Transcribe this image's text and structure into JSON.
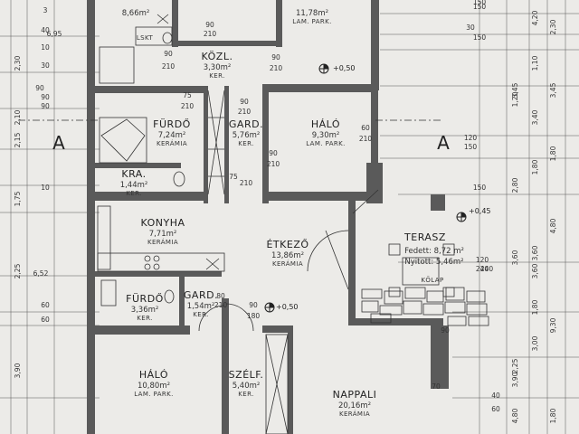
{
  "rooms": [
    {
      "id": "top-left",
      "name": "",
      "area": "8,66m²",
      "material": ""
    },
    {
      "id": "top-right",
      "name": "",
      "area": "11,78m²",
      "material": "LAM. PARK."
    },
    {
      "id": "kozl",
      "name": "KÖZL.",
      "area": "3,30m²",
      "material": "KER."
    },
    {
      "id": "furdo1",
      "name": "FÜRDŐ",
      "area": "7,24m²",
      "material": "KERÁMIA"
    },
    {
      "id": "gard1",
      "name": "GARD.",
      "area": "5,76m²",
      "material": "KER."
    },
    {
      "id": "halo1",
      "name": "HÁLÓ",
      "area": "9,30m²",
      "material": "LAM. PARK."
    },
    {
      "id": "kamra",
      "name": "KRA.",
      "area": "1,44m²",
      "material": "KER."
    },
    {
      "id": "konyha",
      "name": "KONYHA",
      "area": "7,71m²",
      "material": "KERÁMIA"
    },
    {
      "id": "etkezo",
      "name": "ÉTKEZŐ",
      "area": "13,86m²",
      "material": "KERÁMIA"
    },
    {
      "id": "terasz",
      "name": "TERASZ",
      "area": "",
      "material": ""
    },
    {
      "id": "furdo2",
      "name": "FÜRDŐ",
      "area": "3,36m²",
      "material": "KER."
    },
    {
      "id": "gard2",
      "name": "GARD.",
      "area": "1,54m²",
      "material": "KER."
    },
    {
      "id": "halo2",
      "name": "HÁLÓ",
      "area": "10,80m²",
      "material": "LAM. PARK."
    },
    {
      "id": "szelf",
      "name": "SZÉLF.",
      "area": "5,40m²",
      "material": "KER."
    },
    {
      "id": "nappali",
      "name": "NAPPALI",
      "area": "20,16m²",
      "material": "KERÁMIA"
    }
  ],
  "terrace": {
    "fedett": "Fedett: 8,72 m²",
    "nyitott": "Nyitott: 5,46m²",
    "surface": "KŐLAP"
  },
  "section_marks": [
    "A",
    "A"
  ],
  "elevations": [
    "+0,50",
    "+0,50",
    "+0,45",
    "+0,50"
  ],
  "wc_label": "LSKT",
  "dimensions": {
    "left": [
      "2,30",
      "2,10",
      "2,15",
      "1,75",
      "2,25",
      "3,90"
    ],
    "left_small": [
      "3",
      "40",
      "10",
      "30",
      "90",
      "90",
      "60",
      "60",
      "10"
    ],
    "right_a": [
      "1,20",
      "3,45",
      "2,80",
      "3,60",
      "2,25",
      "3,90",
      "4,80"
    ],
    "right_b": [
      "4,20",
      "1,10",
      "3,40",
      "1,80",
      "3,60",
      "3,60",
      "1,80",
      "3,00"
    ],
    "right_c": [
      "2,30",
      "3,45",
      "1,80",
      "4,80",
      "9,30",
      "1,80"
    ],
    "right_small": [
      "150",
      "30",
      "150",
      "120",
      "150",
      "150",
      "240",
      "70",
      "90",
      "40",
      "60"
    ],
    "door_dims": [
      "90",
      "210",
      "90",
      "210",
      "90",
      "210",
      "75",
      "210",
      "90",
      "210",
      "60",
      "210",
      "90",
      "210",
      "75",
      "210",
      "80",
      "210",
      "90",
      "180",
      "120",
      "240"
    ],
    "room_dims": [
      "6,95",
      "6,52",
      "90",
      "150"
    ]
  }
}
